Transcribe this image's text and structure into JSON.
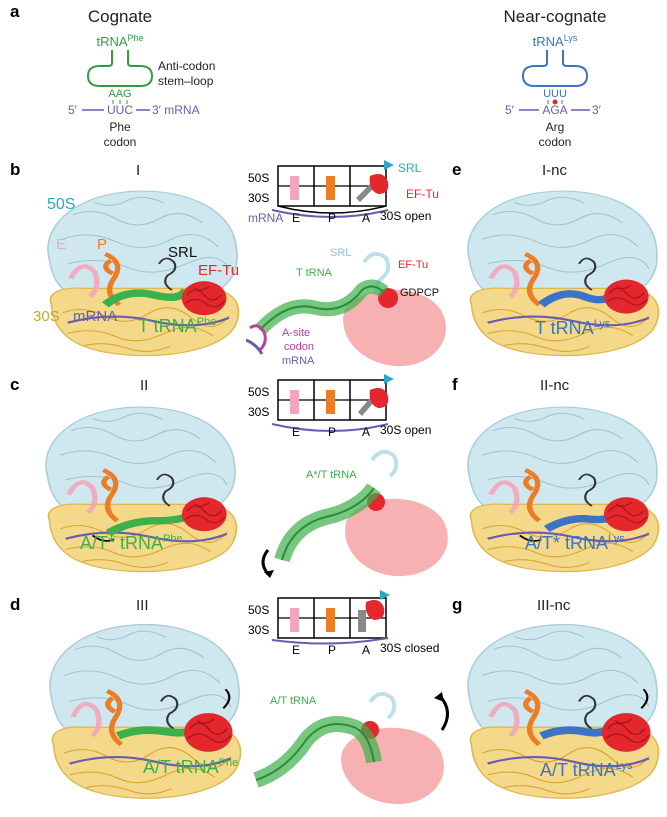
{
  "panel_a": {
    "letter": "a",
    "cognate": {
      "title": "Cognate",
      "trna_label": "tRNA",
      "trna_sup": "Phe",
      "anticodon": "AAG",
      "stemloop_label_1": "Anti-codon",
      "stemloop_label_2": "stem–loop",
      "mrna_5": "5′",
      "codon": "UUC",
      "mrna_3": "3′ mRNA",
      "codon_name_1": "Phe",
      "codon_name_2": "codon"
    },
    "near_cognate": {
      "title": "Near-cognate",
      "trna_label": "tRNA",
      "trna_sup": "Lys",
      "anticodon": "UUU",
      "mrna_5": "5′",
      "codon": "AGA",
      "mrna_3": "3′",
      "codon_name_1": "Arg",
      "codon_name_2": "codon"
    }
  },
  "panels": {
    "b": {
      "letter": "b",
      "state": "I"
    },
    "c": {
      "letter": "c",
      "state": "II"
    },
    "d": {
      "letter": "d",
      "state": "III"
    },
    "e": {
      "letter": "e",
      "state": "I-nc"
    },
    "f": {
      "letter": "f",
      "state": "II-nc"
    },
    "g": {
      "letter": "g",
      "state": "III-nc"
    }
  },
  "labels_b": {
    "s50": "50S",
    "e": "E",
    "p": "P",
    "srl": "SRL",
    "eftu": "EF-Tu",
    "s30": "30S",
    "mrna": "mRNA",
    "trna_main": "T tRNA",
    "trna_sup": "Phe"
  },
  "trna_c": {
    "main": "A/T* tRNA",
    "sup": "Phe"
  },
  "trna_d": {
    "main": "A/T tRNA",
    "sup": "Phe"
  },
  "trna_e": {
    "main": "T tRNA",
    "sup": "Lys"
  },
  "trna_f": {
    "main": "A/T* tRNA",
    "sup": "Lys"
  },
  "trna_g": {
    "main": "A/T tRNA",
    "sup": "Lys"
  },
  "schematic": {
    "s50": "50S",
    "s30": "30S",
    "e": "E",
    "p": "P",
    "a": "A",
    "srl": "SRL",
    "eftu": "EF-Tu",
    "mrna": "mRNA",
    "open": "30S open",
    "closed": "30S closed"
  },
  "zoom_b": {
    "srl": "SRL",
    "eftu": "EF-Tu",
    "trna": "T tRNA",
    "gdpcp": "GDPCP",
    "asite_1": "A-site",
    "asite_2": "codon",
    "mrna": "mRNA"
  },
  "zoom_c": {
    "trna": "A*/T tRNA"
  },
  "zoom_d": {
    "trna": "A/T tRNA"
  },
  "colors": {
    "s50": "#bfe0e8",
    "s30": "#f2d27a",
    "e_site": "#f3a6bb",
    "p_site": "#ec7d25",
    "cognate_trna": "#3cb04a",
    "near_cognate_trna": "#3b73c6",
    "eftu": "#e4262d",
    "eftu_surface": "#f6a3a6",
    "mrna": "#6a5bb0",
    "srl": "#2aa8c8"
  }
}
